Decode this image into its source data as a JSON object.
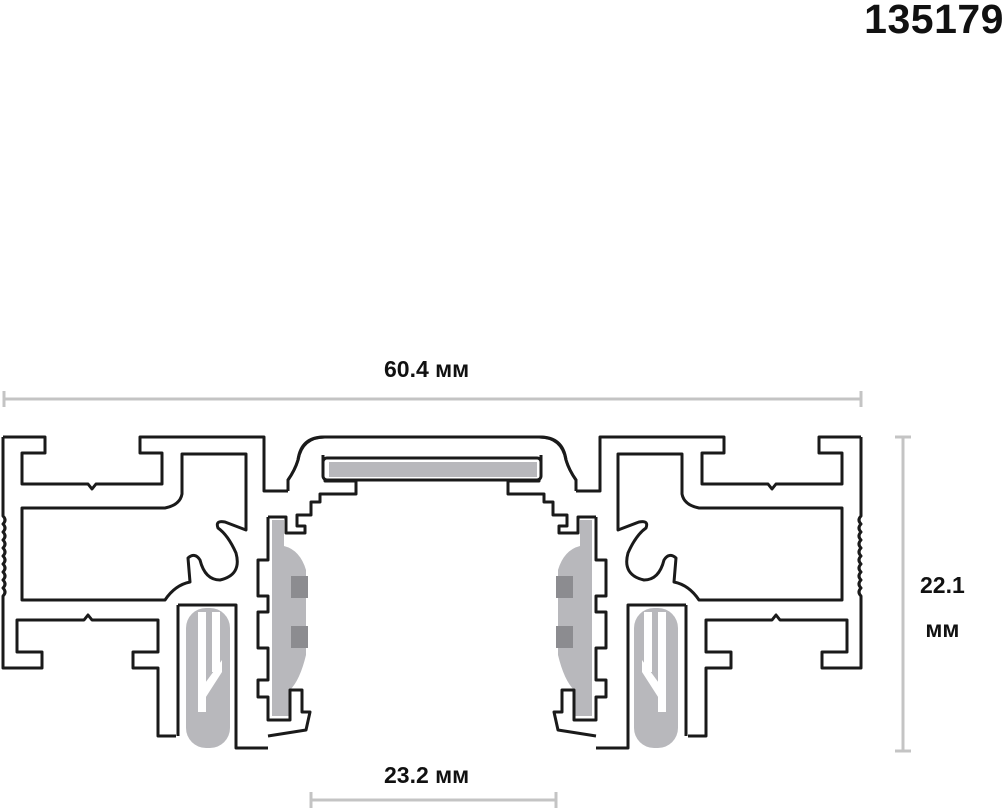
{
  "product": {
    "code": "135179"
  },
  "dimensions": {
    "width": {
      "value": "60.4",
      "unit": "мм",
      "label": "60.4 мм"
    },
    "height": {
      "value": "22.1",
      "unit": "мм"
    },
    "opening": {
      "value": "23.2",
      "unit": "мм",
      "label": "23.2 мм"
    }
  },
  "colors": {
    "outline": "#1a1a1a",
    "insert_fill": "#b8b8bc",
    "contact_fill": "#8c8c90",
    "dimension_line": "#c4c4c4",
    "text": "#111111"
  },
  "drawing": {
    "type": "track profile cross-section",
    "symmetric": true
  }
}
